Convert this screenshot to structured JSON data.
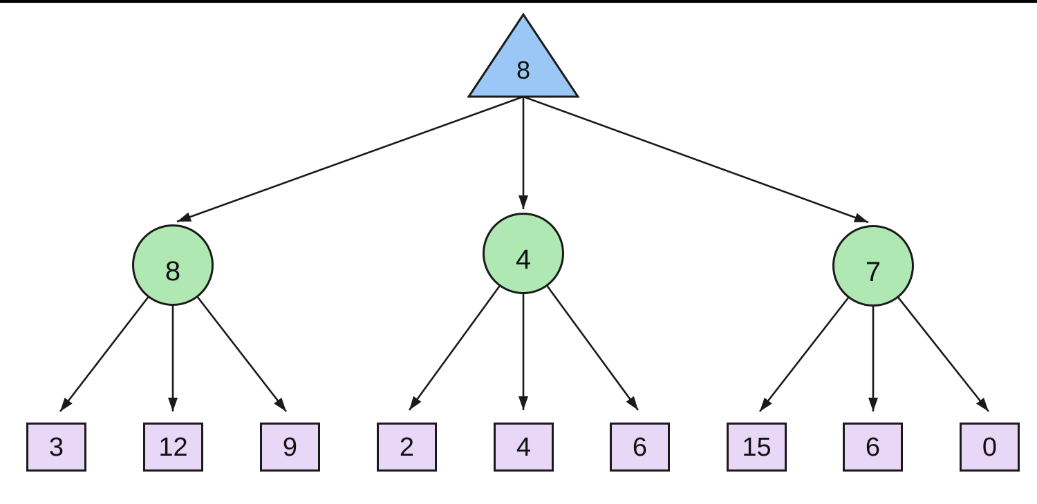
{
  "diagram": {
    "type": "expectimax-tree",
    "root": {
      "label": "8",
      "shape": "triangle"
    },
    "branches": [
      {
        "label": "8",
        "shape": "circle"
      },
      {
        "label": "4",
        "shape": "circle"
      },
      {
        "label": "7",
        "shape": "circle"
      }
    ],
    "leaves": [
      {
        "label": "3"
      },
      {
        "label": "12"
      },
      {
        "label": "9"
      },
      {
        "label": "2"
      },
      {
        "label": "4"
      },
      {
        "label": "6"
      },
      {
        "label": "15"
      },
      {
        "label": "6"
      },
      {
        "label": "0"
      }
    ],
    "colors": {
      "root_fill": "#9AC7F5",
      "branch_fill": "#AFE8B2",
      "leaf_fill": "#E9D7F7",
      "stroke": "#1A1A1A",
      "background": "#FFFFFF",
      "top_bar": "#000000"
    }
  }
}
